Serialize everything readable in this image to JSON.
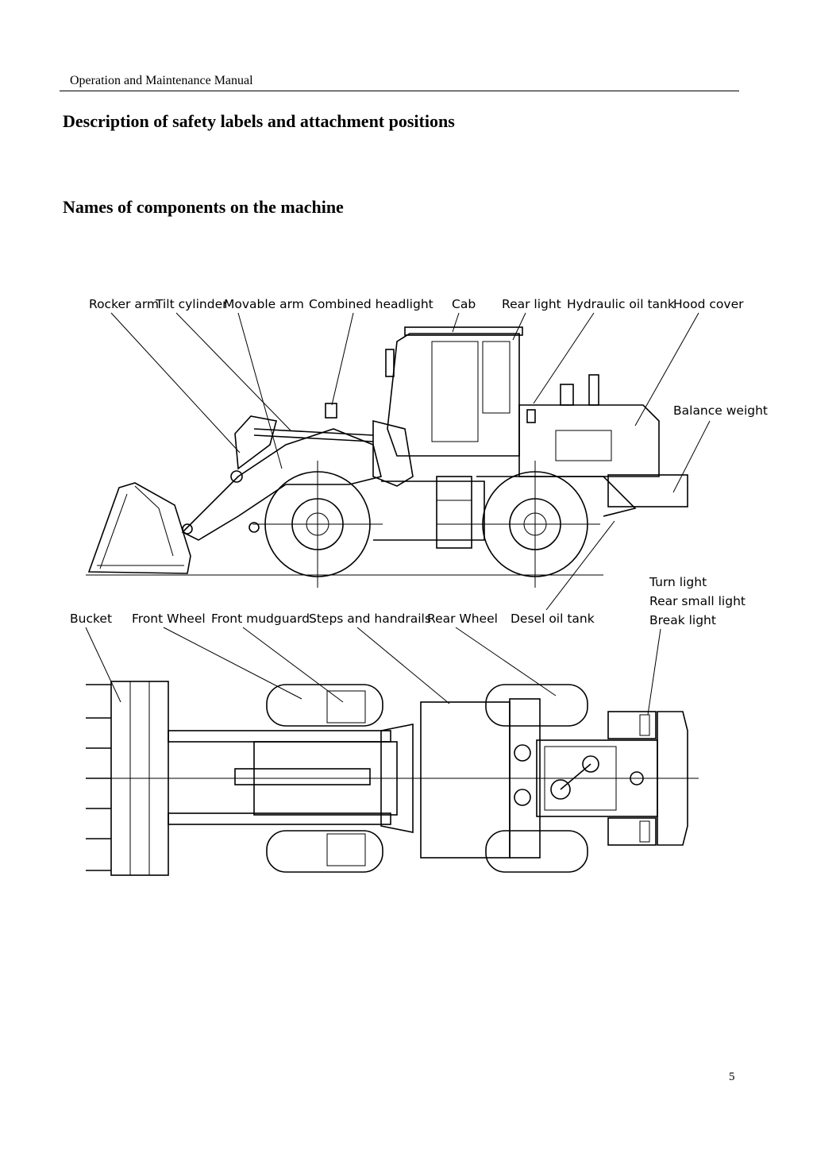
{
  "header": {
    "running_title": "Operation and Maintenance Manual"
  },
  "headings": {
    "safety_labels": "Description of safety labels and attachment positions",
    "components": "Names of components on the machine"
  },
  "side_view_labels": {
    "rocker_arm": "Rocker arm",
    "tilt_cylinder": "Tilt cylinder",
    "movable_arm": "Movable arm",
    "combined_headlight": "Combined headlight",
    "cab": "Cab",
    "rear_light": "Rear light",
    "hydraulic_oil_tank": "Hydraulic oil tank",
    "hood_cover": "Hood cover",
    "balance_weight": "Balance weight"
  },
  "top_view_labels": {
    "bucket": "Bucket",
    "front_wheel": "Front Wheel",
    "front_mudguard": "Front mudguard",
    "steps_and_handrails": "Steps and handrails",
    "rear_wheel": "Rear Wheel",
    "desel_oil_tank": "Desel oil tank",
    "turn_light": "Turn light",
    "rear_small_light": "Rear small light",
    "break_light": "Break light"
  },
  "footer": {
    "page_number": "5"
  }
}
